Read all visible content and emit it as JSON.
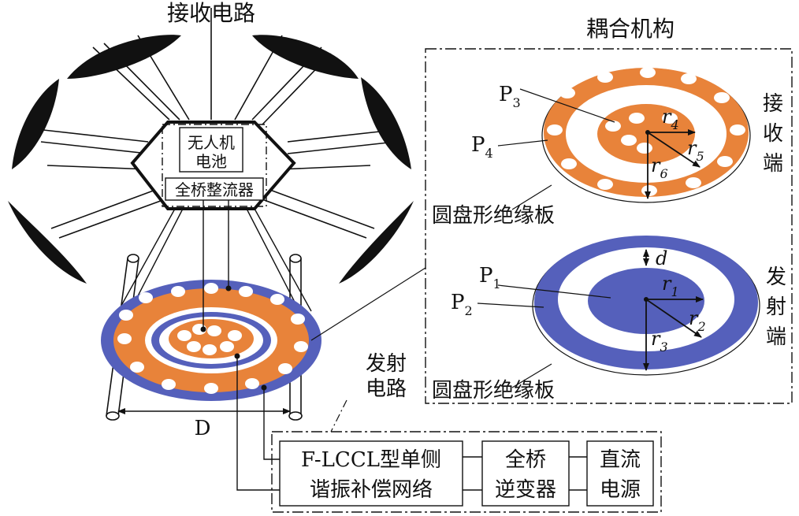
{
  "diagram": {
    "receive_circuit_title": "接收电路",
    "coupling_title": "耦合机构",
    "drone_battery_line1": "无人机",
    "drone_battery_line2": "电池",
    "full_bridge_rectifier": "全桥整流器",
    "dimension_D": "D",
    "transmit_circuit_line1": "发射",
    "transmit_circuit_line2": "电路",
    "lccl_line1": "F-LCCL型单侧",
    "lccl_line2": "谐振补偿网络",
    "inverter_line1": "全桥",
    "inverter_line2": "逆变器",
    "dc_line1": "直流",
    "dc_line2": "电源",
    "receiver_side": [
      "接",
      "收",
      "端"
    ],
    "transmitter_side": [
      "发",
      "射",
      "端"
    ],
    "insulating_plate_top": "圆盘形绝缘板",
    "insulating_plate_bottom": "圆盘形绝缘板",
    "labels": {
      "P1": {
        "main": "P",
        "sub": "1"
      },
      "P2": {
        "main": "P",
        "sub": "2"
      },
      "P3": {
        "main": "P",
        "sub": "3"
      },
      "P4": {
        "main": "P",
        "sub": "4"
      },
      "r1": {
        "main": "r",
        "sub": "1"
      },
      "r2": {
        "main": "r",
        "sub": "2"
      },
      "r3": {
        "main": "r",
        "sub": "3"
      },
      "r4": {
        "main": "r",
        "sub": "4"
      },
      "r5": {
        "main": "r",
        "sub": "5"
      },
      "r6": {
        "main": "r",
        "sub": "6"
      },
      "d": "d"
    },
    "colors": {
      "copper": "#E8833A",
      "blue_plate": "#5560BB",
      "black": "#111111",
      "white": "#ffffff"
    }
  }
}
